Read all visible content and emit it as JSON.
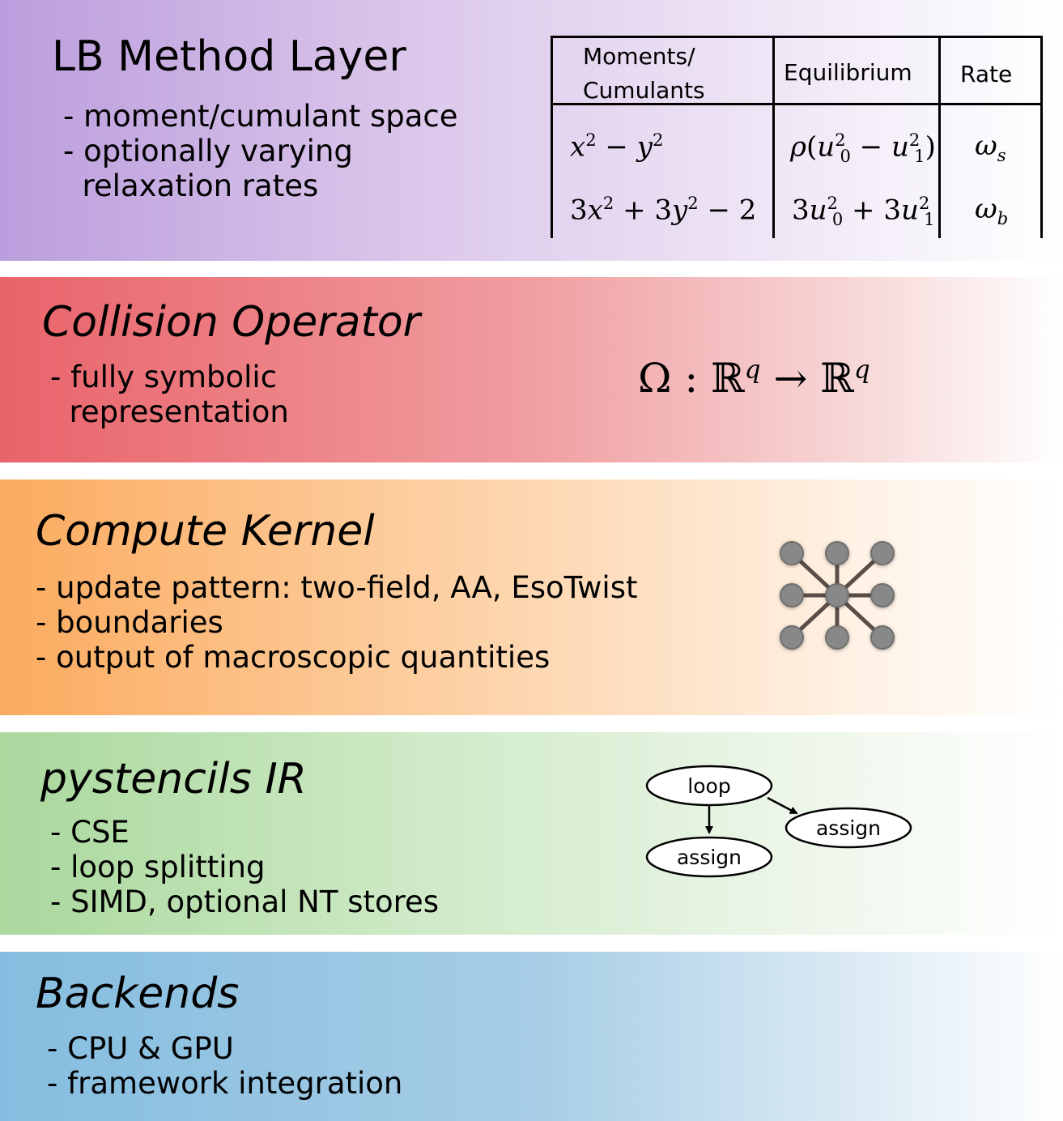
{
  "layers": {
    "lb": {
      "title": "LB Method Layer",
      "bullets": [
        "- moment/cumulant space",
        "- optionally varying",
        "  relaxation rates"
      ],
      "table": {
        "headers": [
          "Moments/",
          "Cumulants",
          "Equilibrium",
          "Rate"
        ],
        "rows": [
          {
            "moment": "x² − y²",
            "equilibrium": "ρ(u₀² − u₁²)",
            "rate": "ω_s"
          },
          {
            "moment": "3x² + 3y² − 2",
            "equilibrium": "3u₀² + 3u₁²",
            "rate": "ω_b"
          }
        ]
      }
    },
    "collision": {
      "title": "Collision Operator",
      "bullets": [
        "- fully symbolic",
        "  representation"
      ],
      "formula": "Ω : ℝ^q → ℝ^q"
    },
    "kernel": {
      "title": "Compute Kernel",
      "bullets": [
        "- update pattern: two-field, AA, EsoTwist",
        "- boundaries",
        "- output of macroscopic quantities"
      ],
      "stencil_icon": "d2q9-stencil-icon"
    },
    "ir": {
      "title": "pystencils IR",
      "bullets": [
        "- CSE",
        "- loop splitting",
        "- SIMD, optional NT stores"
      ],
      "graph": {
        "root": "loop",
        "child_left": "assign",
        "child_right": "assign"
      }
    },
    "backends": {
      "title": "Backends",
      "bullets": [
        "- CPU & GPU",
        "- framework integration"
      ]
    }
  },
  "colors": {
    "lb": "#bb9edd",
    "collision": "#e9636a",
    "kernel": "#fbab5f",
    "ir": "#aad89d",
    "backends": "#85bde0",
    "stencil_node": "#888888",
    "stencil_edge": "#5a4f48"
  }
}
